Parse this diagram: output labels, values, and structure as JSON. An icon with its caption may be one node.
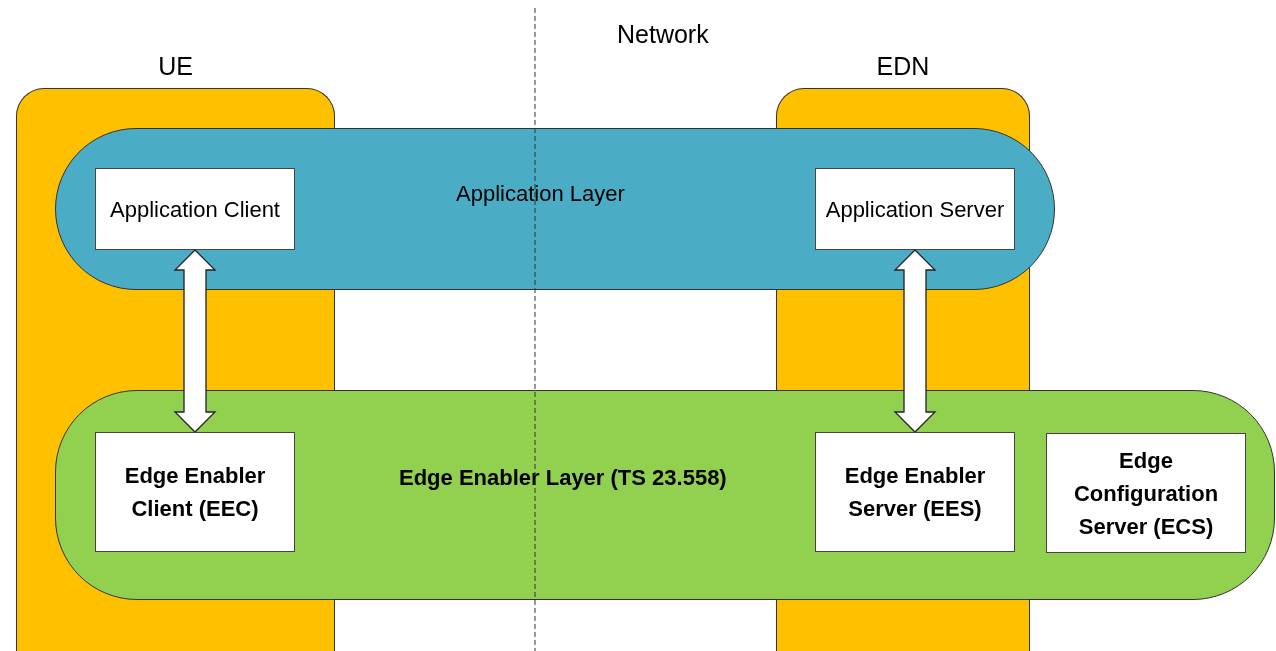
{
  "diagram": {
    "nodes": [
      {
        "text": [
          "UE"
        ]
      },
      {
        "text": [
          "EDN"
        ]
      },
      {
        "text": [
          "Application Layer"
        ]
      },
      {
        "text": [
          "Application Client"
        ]
      },
      {
        "text": [
          "Application Server"
        ]
      },
      {
        "text": [
          "Edge Enabler Layer (TS 23.558)"
        ]
      },
      {
        "text": [
          "Edge Enabler Client (EEC)"
        ]
      },
      {
        "text": [
          "Edge Enabler Server (EES)"
        ]
      },
      {
        "text": [
          "Edge Configuration Server (ECS)"
        ],
        "in": 5
      }
    ],
    "edges": [
      {
        "from": 3,
        "to": 6,
        "arrow": "both",
        "style": "thick"
      },
      {
        "from": 4,
        "to": 7,
        "arrow": "both",
        "style": "thick"
      }
    ],
    "labels": [
      "Network"
    ]
  }
}
